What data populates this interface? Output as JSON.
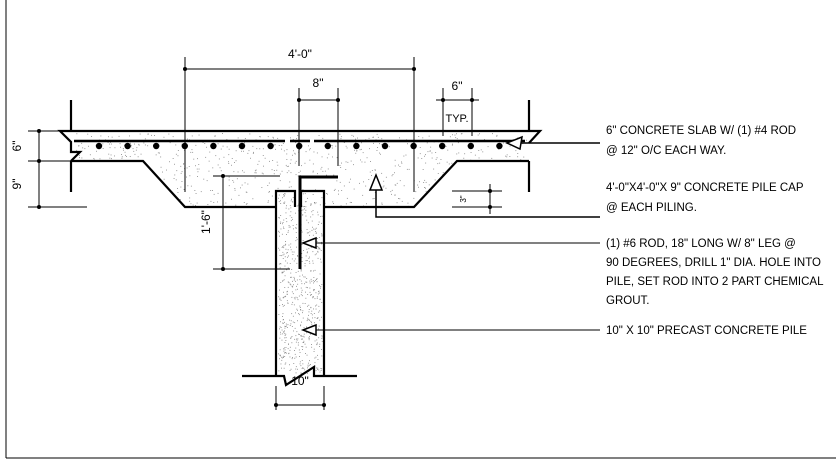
{
  "dimensions": {
    "cap_width": "4'-0\"",
    "rod_leg": "8\"",
    "spacing": "6\"",
    "spacing_note": "TYP.",
    "slab_thickness": "6\"",
    "cap_depth": "9\"",
    "rod_embed": "1'-6\"",
    "cover": "3\"",
    "pile_width": "10\""
  },
  "notes": [
    {
      "lines": [
        "6\" CONCRETE SLAB W/ (1) #4 ROD",
        "@ 12\" O/C EACH WAY."
      ]
    },
    {
      "lines": [
        "4'-0\"X4'-0\"X 9\" CONCRETE PILE CAP",
        "@ EACH PILING."
      ]
    },
    {
      "lines": [
        "(1) #6 ROD, 18\" LONG W/ 8\" LEG @",
        "90 DEGREES, DRILL 1\" DIA. HOLE INTO",
        "PILE, SET ROD INTO 2 PART CHEMICAL",
        "GROUT."
      ]
    },
    {
      "lines": [
        "10\" X 10\" PRECAST CONCRETE PILE"
      ]
    }
  ],
  "colors": {
    "line": "#000000",
    "background": "#ffffff",
    "aggregate": "#888888"
  }
}
